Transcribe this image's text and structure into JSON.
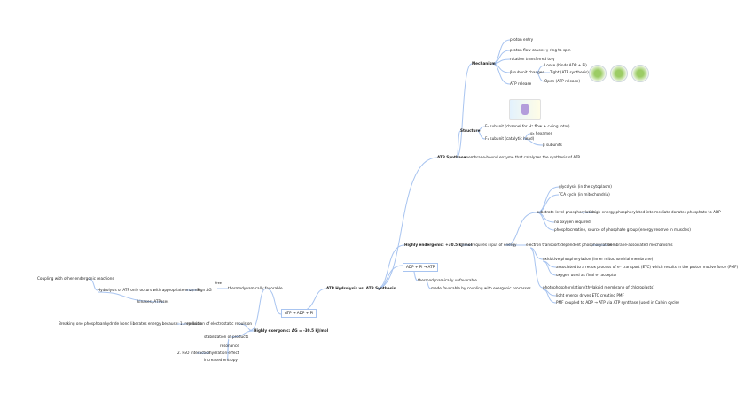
{
  "colors": {
    "link": "#a8c4f0",
    "text": "#222222"
  },
  "center": "ATP Hydrolysis vs. ATP Synthesis",
  "synthase": {
    "title": "ATP Synthase",
    "definition": "membrane-bound enzyme that catalyzes the synthesis of ATP",
    "mechanism": {
      "label": "Mechanism",
      "items": [
        "proton entry",
        "proton flow causes γ-ring to spin",
        "rotation transferred to γ",
        "β subunit changes",
        "ATP release"
      ],
      "states": [
        "Loose (binds ADP + Pi)",
        "Tight (ATP synthesis)",
        "Open (ATP release)"
      ]
    },
    "structure": {
      "label": "Structure",
      "f0": "F₀ subunit (channel for H⁺ flow + c-ring rotor)",
      "f1": "F₁ subunit (catalytic head)",
      "f1_parts": [
        "α₃ hexamer",
        "β subunits"
      ]
    }
  },
  "synthesis": {
    "box": "ADP + Pi → ATP",
    "endergonic": "Highly endergonic: +30.5 kJ/mol",
    "requires": "requires input of energy",
    "unfavorable": "thermodynamically unfavorable",
    "coupling": "made favorable by coupling with exergonic processes",
    "substrate": {
      "label": "substrate-level phosphorylation",
      "desc": "high-energy phosphorylated intermediate donates phosphate to ADP",
      "items": [
        "glycolysis (in the cytoplasm)",
        "TCA cycle (in mitochondria)",
        "no oxygen required",
        "phosphocreatine, source of phosphate group (energy reserve in muscles)"
      ]
    },
    "etc": {
      "label": "electron transport-dependent phosphorylation",
      "desc": "membrane-associated mechanisms",
      "oxidative": {
        "label": "oxidative phosphorylation (inner mitochondrial membrane)",
        "items": [
          "associated to a redox process of e⁻ transport (ETC) which results in the proton motive force (PMF)",
          "oxygen used as final e⁻ acceptor"
        ]
      },
      "photo": {
        "label": "photophosphorylation (thylakoid membrane of chloroplasts)",
        "items": [
          "light energy drives ETC creating PMF",
          "PMF coupled to ADP → ATP via ATP synthase (used in Calvin cycle)"
        ]
      }
    }
  },
  "hydrolysis": {
    "box": "ATP → ADP + Pi",
    "favorable": "thermodynamically favorable",
    "sign": "Sign ΔG",
    "free": "free",
    "enzyme": "Hydrolysis of ATP only occurs with appropriate enzyme",
    "coupling": "Coupling with other endergonic reactions",
    "kinases": "kinases, ATPases",
    "exergonic": "Highly exergonic: ΔG = -30.5 kJ/mol",
    "reduction": "reduction of electrostatic repulsion",
    "breaking": "Breaking one phosphoanhydride bond liberates energy because: 1. repulsion",
    "stabilization": "stabilization of products",
    "resonance": "resonance",
    "water": "2. H₂O interaction",
    "hydration": "hydration effect",
    "entropy": "increased entropy"
  }
}
